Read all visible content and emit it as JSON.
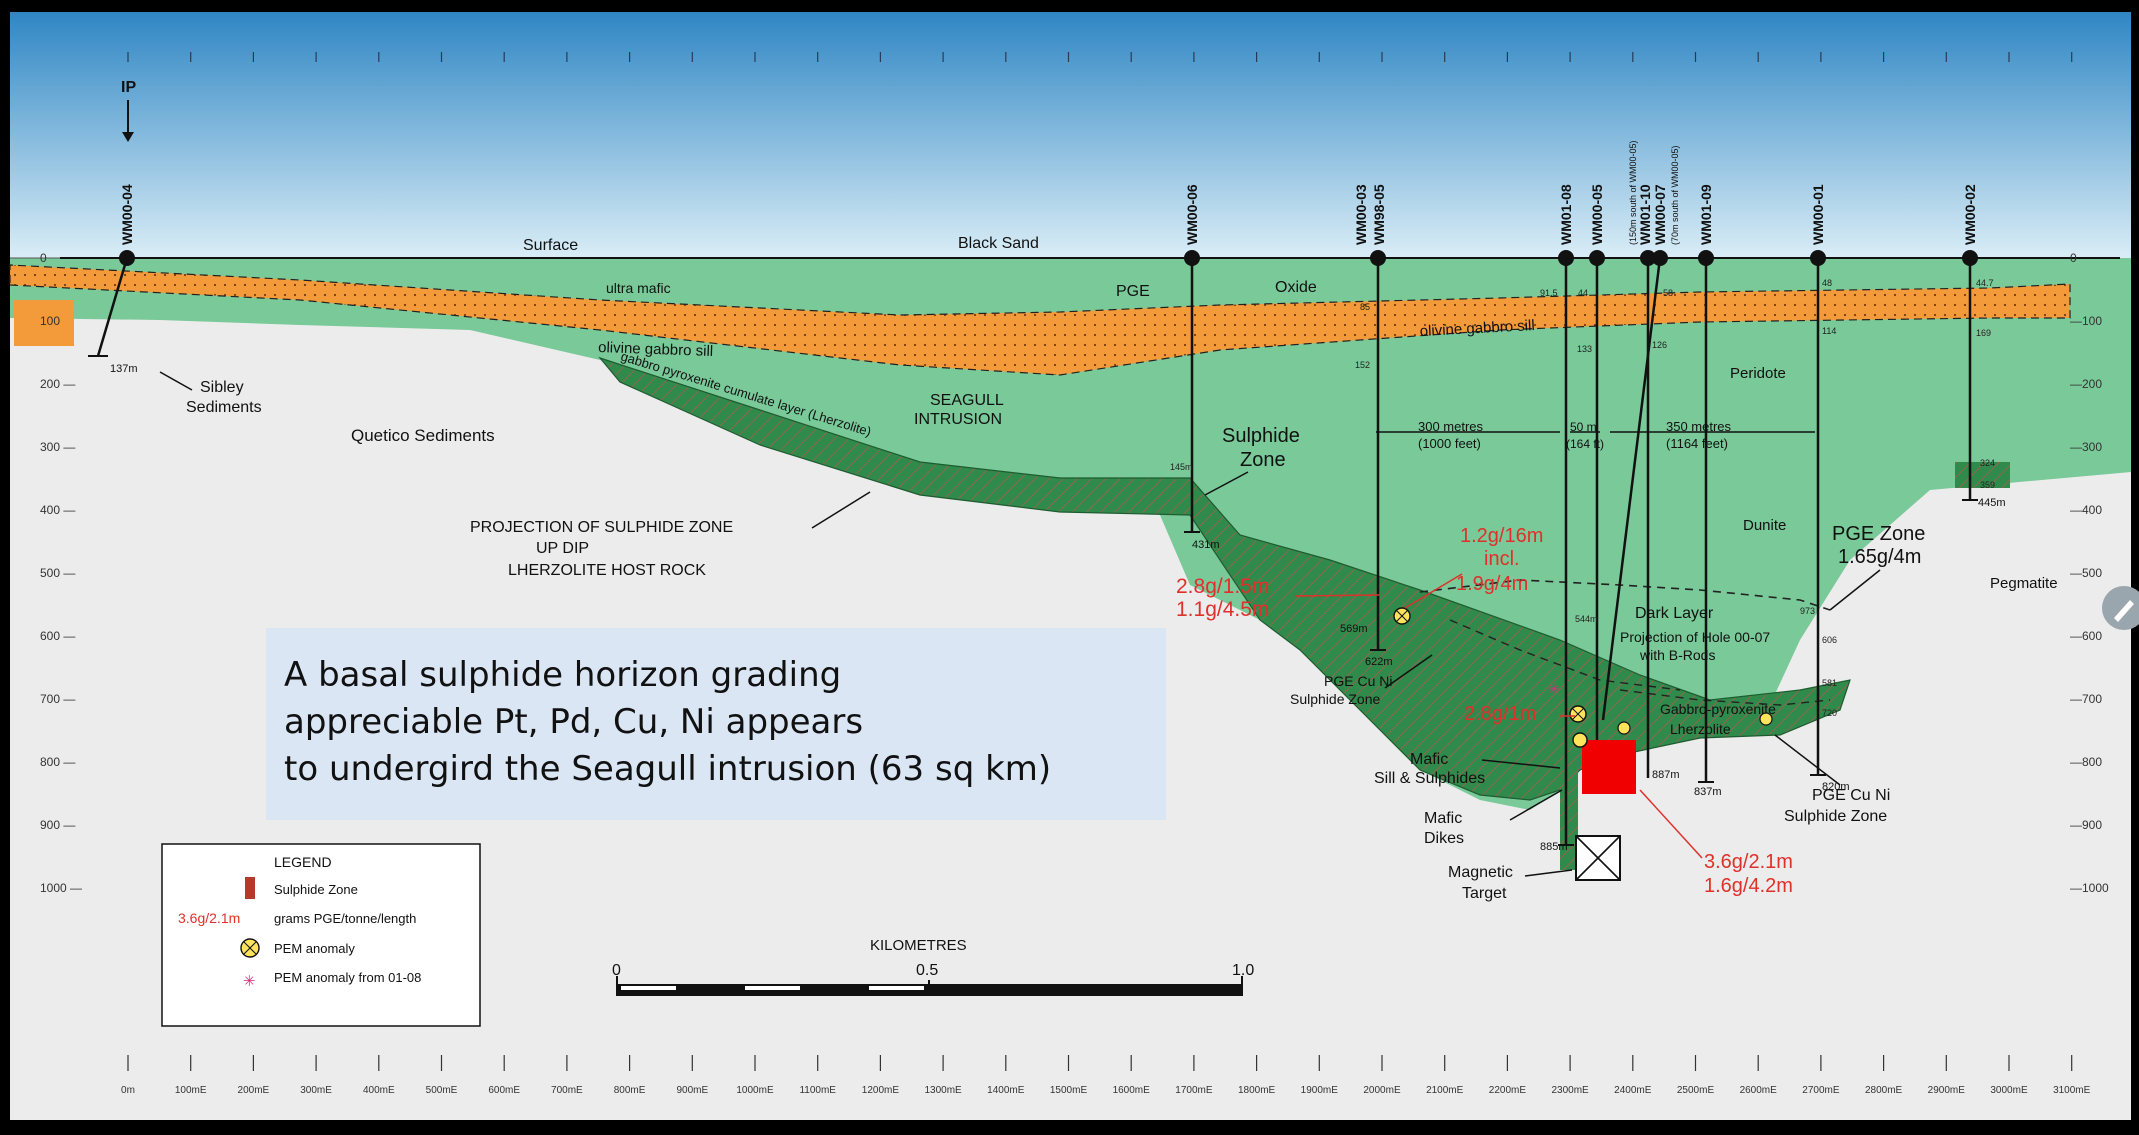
{
  "colors": {
    "sky_top": "#2f86c4",
    "sky_bottom": "#dbeef7",
    "green": "#79c999",
    "dark_green": "#2f8a4b",
    "orange": "#f39a3a",
    "red_text": "#e0302a",
    "sulphide_red": "#f00000",
    "callout_bg": "#dbe6f5"
  },
  "markers": {
    "ip_label": "IP"
  },
  "depth_axis": {
    "labels_left": [
      "0",
      "100",
      "200 —",
      "300 —",
      "400 —",
      "500 —",
      "600 —",
      "700 —",
      "800 —",
      "900 —",
      "1000 —"
    ],
    "labels_right": [
      "0",
      "—100",
      "—200",
      "—300",
      "—400",
      "—500",
      "—600",
      "—700",
      "—800",
      "—900",
      "—1000"
    ]
  },
  "easting_axis": {
    "labels": [
      "0m",
      "100mE",
      "200mE",
      "300mE",
      "400mE",
      "500mE",
      "600mE",
      "700mE",
      "800mE",
      "900mE",
      "1000mE",
      "1100mE",
      "1200mE",
      "1300mE",
      "1400mE",
      "1500mE",
      "1600mE",
      "1700mE",
      "1800mE",
      "1900mE",
      "2000mE",
      "2100mE",
      "2200mE",
      "2300mE",
      "2400mE",
      "2500mE",
      "2600mE",
      "2700mE",
      "2800mE",
      "2900mE",
      "3000mE",
      "3100mE"
    ]
  },
  "drillholes": [
    {
      "name": "WM00-04",
      "bottom": "137m",
      "note": ""
    },
    {
      "name": "WM00-06",
      "bottom": "431m",
      "note": ""
    },
    {
      "name": "WM00-03",
      "bottom": "622m",
      "note": ""
    },
    {
      "name": "WM98-05",
      "bottom": "569m",
      "note": ""
    },
    {
      "name": "WM01-08",
      "bottom": "885m",
      "note": ""
    },
    {
      "name": "WM00-05",
      "bottom": "",
      "note": ""
    },
    {
      "name": "WM01-10",
      "bottom": "887m",
      "note": "(150m south of WM00-05)"
    },
    {
      "name": "WM00-07",
      "bottom": "",
      "note": "(70m south of WM00-05)"
    },
    {
      "name": "WM01-09",
      "bottom": "837m",
      "note": ""
    },
    {
      "name": "WM00-01",
      "bottom": "820m",
      "note": ""
    },
    {
      "name": "WM00-02",
      "bottom": "445m",
      "note": ""
    }
  ],
  "hole_depth_marks": [
    "44.7",
    "169",
    "48",
    "114",
    "44",
    "133",
    "58",
    "126",
    "91.5",
    "85",
    "152",
    "145m",
    "324",
    "359",
    "581",
    "606",
    "720",
    "973",
    "544m"
  ],
  "labels": {
    "surface": "Surface",
    "black_sand": "Black Sand",
    "ultra_mafic": "ultra mafic",
    "pge": "PGE",
    "oxide": "Oxide",
    "olivine_gabbro_sill": "olivine gabbro sill",
    "peridotite": "Peridote",
    "dunite": "Dunite",
    "sibley_line1": "Sibley",
    "sibley_line2": "Sediments",
    "quetico": "Quetico Sediments",
    "seagull_line1": "SEAGULL",
    "seagull_line2": "INTRUSION",
    "cumulate_layer": "gabbro pyroxenite cumulate layer (Lherzolite)",
    "sulphide_zone_line1": "Sulphide",
    "sulphide_zone_line2": "Zone",
    "projection_line1": "PROJECTION OF SULPHIDE ZONE",
    "projection_line2": "UP DIP",
    "projection_line3": "LHERZOLITE HOST ROCK",
    "dist_300_line1": "300 metres",
    "dist_300_line2": "(1000 feet)",
    "dist_50_line1": "50 m",
    "dist_50_line2": "(164 ft)",
    "dist_350_line1": "350 metres",
    "dist_350_line2": "(1164 feet)",
    "pge_zone_line1": "PGE Zone",
    "pge_zone_line2": "1.65g/4m",
    "pegmatite": "Pegmatite",
    "dark_layer": "Dark Layer",
    "projection_hole_line1": "Projection of Hole 00-07",
    "projection_hole_line2": "with B-Rods",
    "gabbro_pyroxenite": "Gabbro-pyroxenite",
    "lherzolite": "Lherzolite",
    "pge_cu_ni_left_line1": "PGE Cu Ni",
    "pge_cu_ni_left_line2": "Sulphide Zone",
    "pge_cu_ni_right_line1": "PGE Cu Ni",
    "pge_cu_ni_right_line2": "Sulphide Zone",
    "mafic_sill_line1": "Mafic",
    "mafic_sill_line2": "Sill & Sulphides",
    "mafic_dikes_line1": "Mafic",
    "mafic_dikes_line2": "Dikes",
    "magnetic_line1": "Magnetic",
    "magnetic_line2": "Target"
  },
  "grades": {
    "g1_line1": "1.2g/16m",
    "g1_line2": "incl.",
    "g1_line3": "1.9g/4m",
    "g2_line1": "2.8g/1.5m",
    "g2_line2": "1.1g/4.5m",
    "g3": "2.8g/1m",
    "g4_line1": "3.6g/2.1m",
    "g4_line2": "1.6g/4.2m"
  },
  "legend": {
    "title": "LEGEND",
    "sulphide_zone": "Sulphide Zone",
    "grade_example": "3.6g/2.1m",
    "grade_desc": "grams PGE/tonne/length",
    "pem_anomaly": "PEM anomaly",
    "pem_anomaly_0108": "PEM anomaly from 01-08"
  },
  "scale_bar": {
    "title": "KILOMETRES",
    "label_0": "0",
    "label_mid": "0.5",
    "label_end": "1.0"
  },
  "callout": {
    "line1": "A basal sulphide horizon grading",
    "line2": "appreciable Pt, Pd, Cu, Ni appears",
    "line3": "to undergird the Seagull intrusion (63 sq km)"
  }
}
